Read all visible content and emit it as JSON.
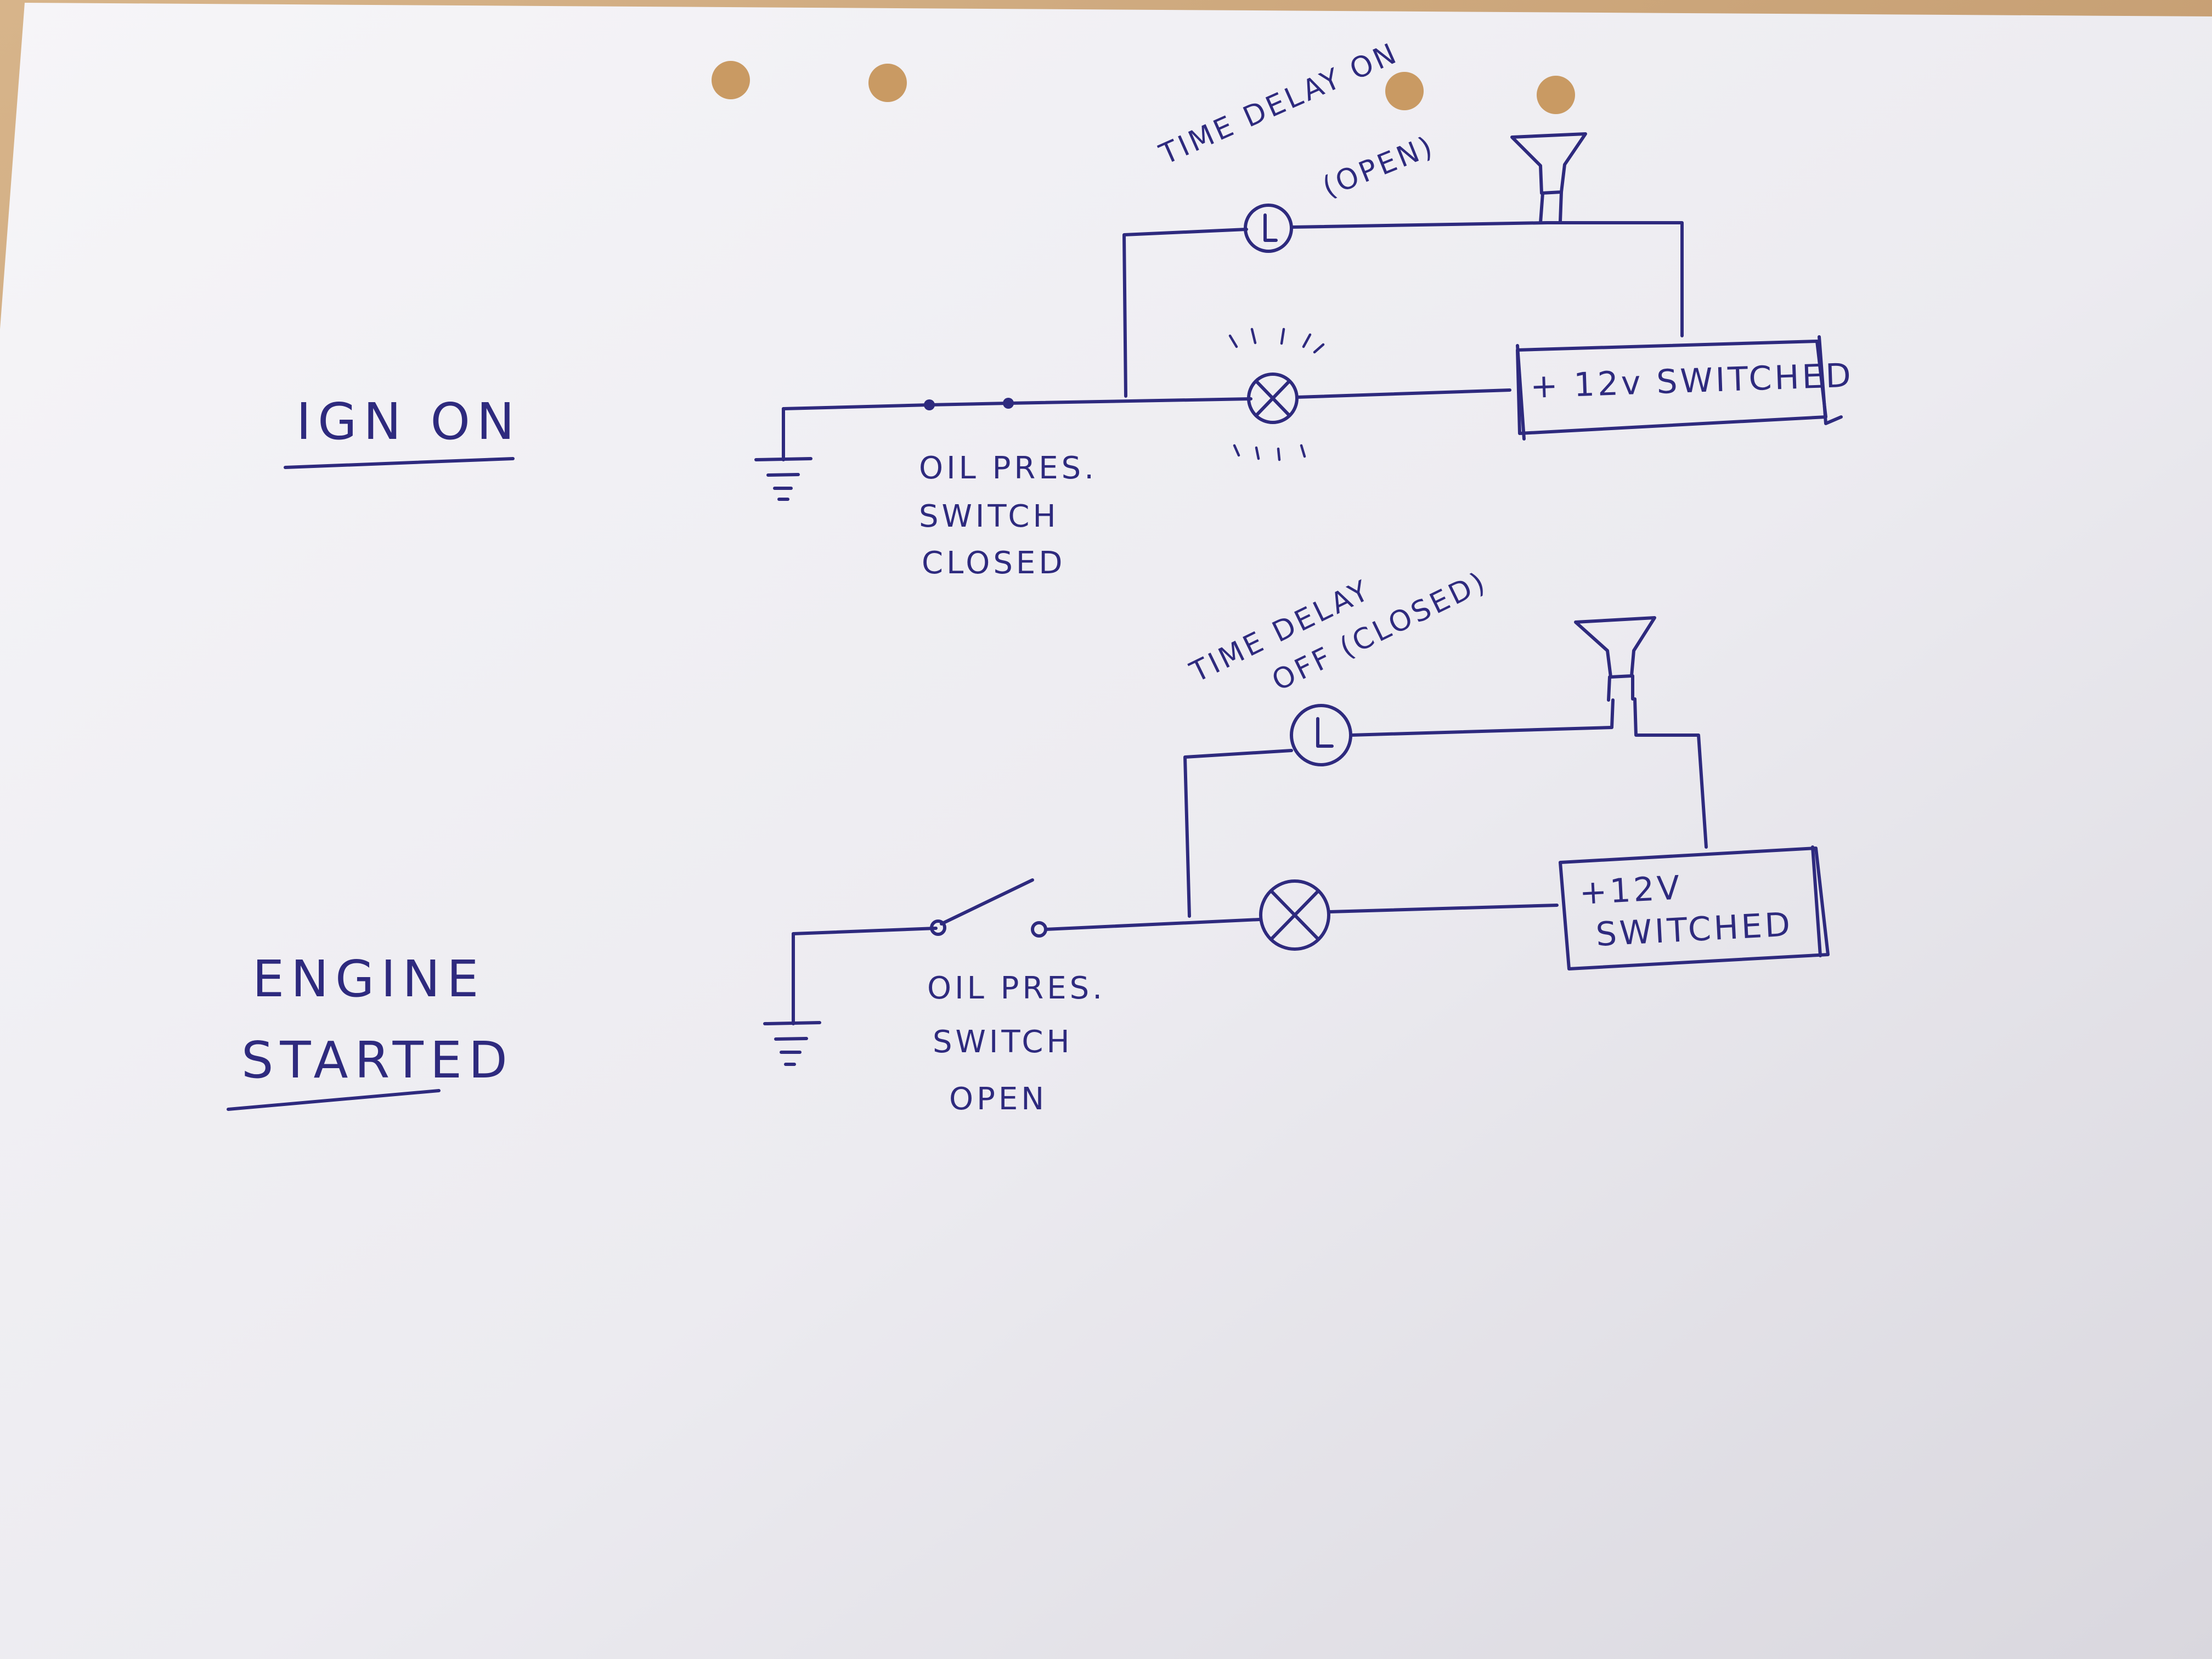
{
  "diagrams": {
    "ign_on": {
      "title": "IGN ON",
      "time_delay_label": "TIME DELAY ON",
      "time_delay_state": "(OPEN)",
      "switch_label": [
        "OIL PRES.",
        "SWITCH",
        "CLOSED"
      ],
      "supply_label": "+ 12v SWITCHED"
    },
    "engine_started": {
      "title": [
        "ENGINE",
        "STARTED"
      ],
      "time_delay_label": "TIME DELAY",
      "time_delay_state": "OFF (CLOSED)",
      "switch_label": [
        "OIL PRES.",
        "SWITCH",
        "OPEN"
      ],
      "supply_label": [
        "+12V",
        "SWITCHED"
      ]
    }
  },
  "colors": {
    "ink": "#2e2a7e",
    "paper": "#f1f0f4",
    "desk": "#c9a47a"
  }
}
